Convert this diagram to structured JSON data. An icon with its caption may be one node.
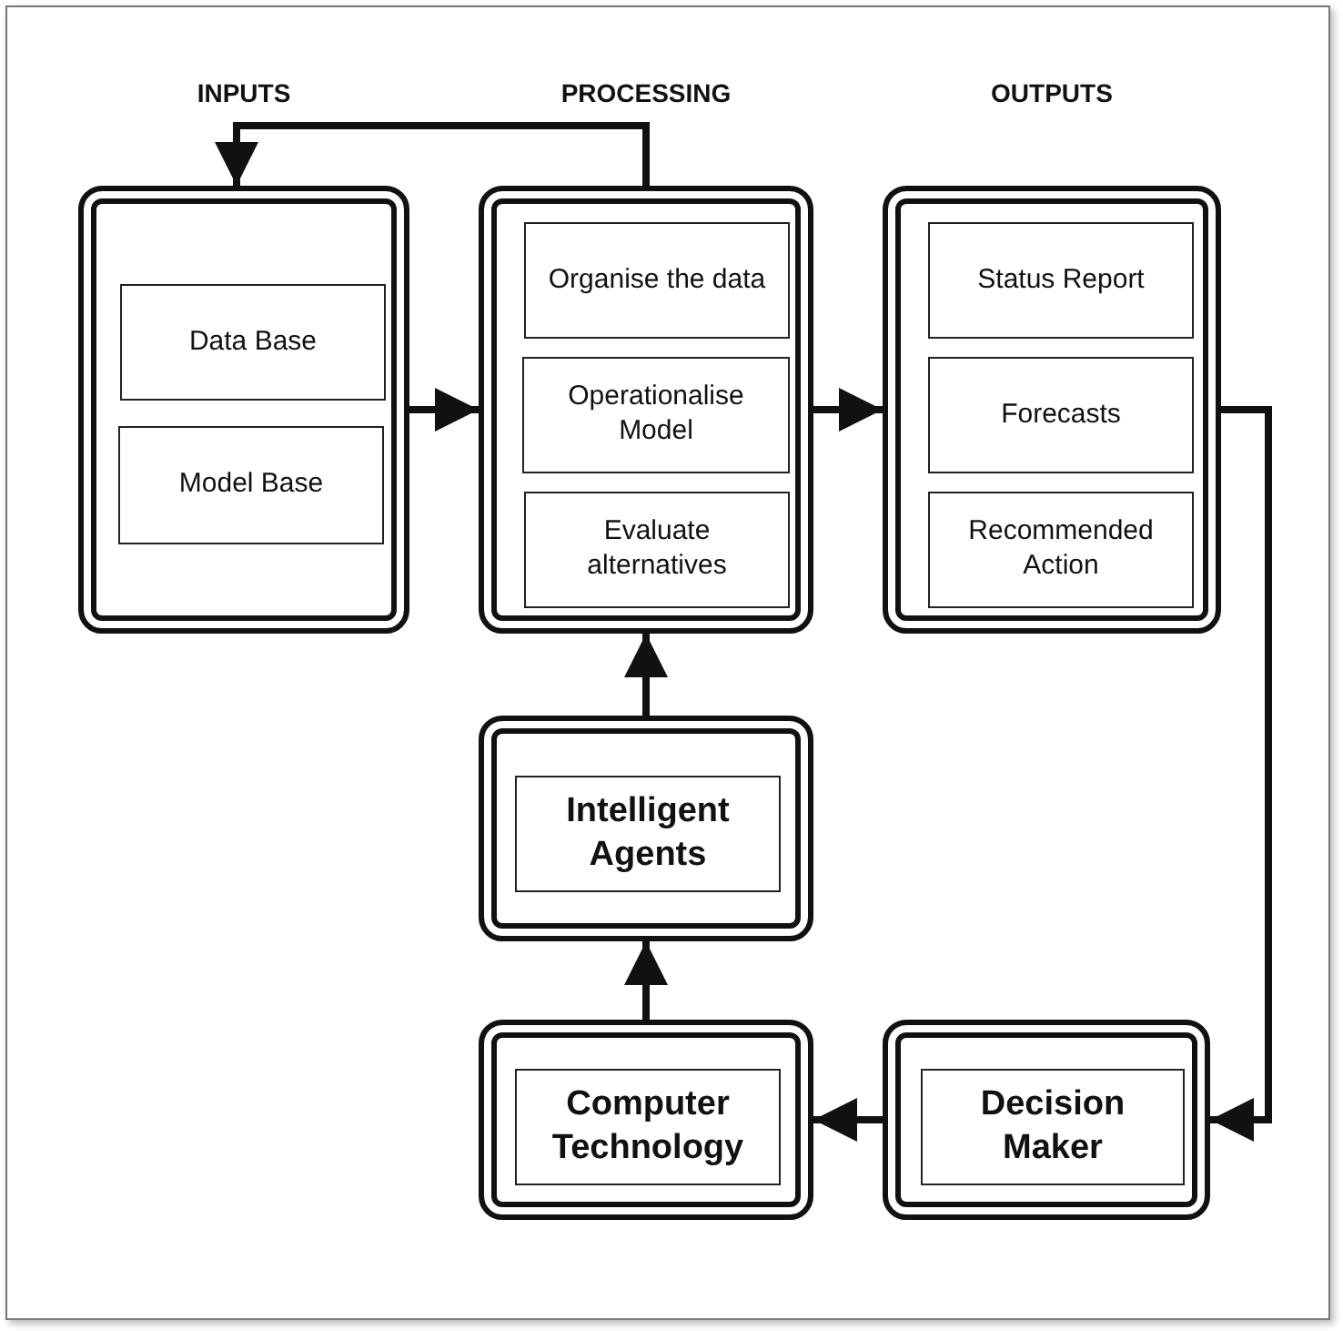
{
  "diagram": {
    "nodes": [
      {
        "text": [
          "INPUTS"
        ]
      },
      {
        "text": [
          "Data Base"
        ],
        "in": 0
      },
      {
        "text": [
          "Model Base"
        ],
        "in": 0
      },
      {
        "text": [
          "PROCESSING"
        ]
      },
      {
        "text": [
          "Organise the data"
        ],
        "in": 3
      },
      {
        "text": [
          "Operationalise Model"
        ],
        "in": 3
      },
      {
        "text": [
          "Evaluate alternatives"
        ],
        "in": 3
      },
      {
        "text": [
          "OUTPUTS"
        ]
      },
      {
        "text": [
          "Status Report"
        ],
        "in": 7
      },
      {
        "text": [
          "Forecasts"
        ],
        "in": 7
      },
      {
        "text": [
          "Recommended Action"
        ],
        "in": 7
      },
      {
        "text": [],
        "shape": "box"
      },
      {
        "text": [
          "Intelligent Agents"
        ],
        "in": 11
      },
      {
        "text": [],
        "shape": "box"
      },
      {
        "text": [
          "Computer Technology"
        ],
        "in": 13
      },
      {
        "text": [],
        "shape": "box"
      },
      {
        "text": [
          "Decision Maker"
        ],
        "in": 15
      }
    ],
    "edges": [
      {
        "from": 3,
        "to": 0,
        "arrow": "to"
      },
      {
        "from": 0,
        "to": 3,
        "arrow": "to"
      },
      {
        "from": 3,
        "to": 7,
        "arrow": "to"
      },
      {
        "from": 7,
        "to": 15,
        "arrow": "to"
      },
      {
        "from": 15,
        "to": 13,
        "arrow": "to"
      },
      {
        "from": 13,
        "to": 11,
        "arrow": "to"
      },
      {
        "from": 11,
        "to": 3,
        "arrow": "to"
      }
    ]
  }
}
